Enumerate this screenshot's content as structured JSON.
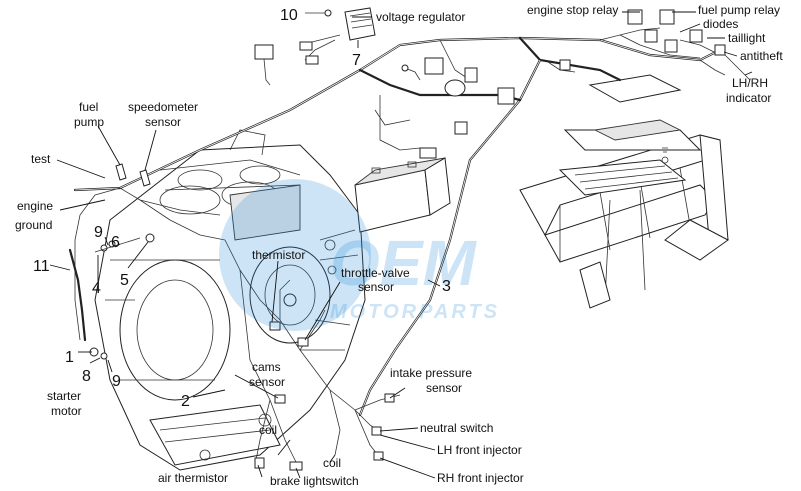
{
  "labels": {
    "voltage_regulator": "voltage regulator",
    "engine_stop_relay": "engine stop relay",
    "fuel_pump_relay": "fuel pump relay",
    "diodes": "diodes",
    "taillight": "taillight",
    "antitheft": "antitheft",
    "lh_rh_indicator_line1": "LH/RH",
    "lh_rh_indicator_line2": "indicator",
    "fuel_pump_line1": "fuel",
    "fuel_pump_line2": "pump",
    "speedometer_line1": "speedometer",
    "speedometer_line2": "sensor",
    "test": "test",
    "engine_ground_line1": "engine",
    "engine_ground_line2": "ground",
    "thermistor": "thermistor",
    "throttle_valve_line1": "throttle-valve",
    "throttle_valve_line2": "sensor",
    "starter_line1": "starter",
    "starter_line2": "motor",
    "cams_line1": "cams",
    "cams_line2": "sensor",
    "intake_line1": "intake pressure",
    "intake_line2": "sensor",
    "neutral_switch": "neutral switch",
    "lh_front_injector": "LH front injector",
    "rh_front_injector": "RH front injector",
    "coil_upper": "coil",
    "coil_lower": "coil",
    "air_thermistor": "air thermistor",
    "brake_lightswitch": "brake lightswitch"
  },
  "numbers": {
    "n10": "10",
    "n7": "7",
    "n3": "3",
    "n9a": "9",
    "n6": "6",
    "n11": "11",
    "n4": "4",
    "n5": "5",
    "n1": "1",
    "n8": "8",
    "n9b": "9",
    "n2": "2"
  },
  "watermark": {
    "logo": "OEM",
    "text": "MOTORPARTS",
    "color": "#1e88d8"
  }
}
